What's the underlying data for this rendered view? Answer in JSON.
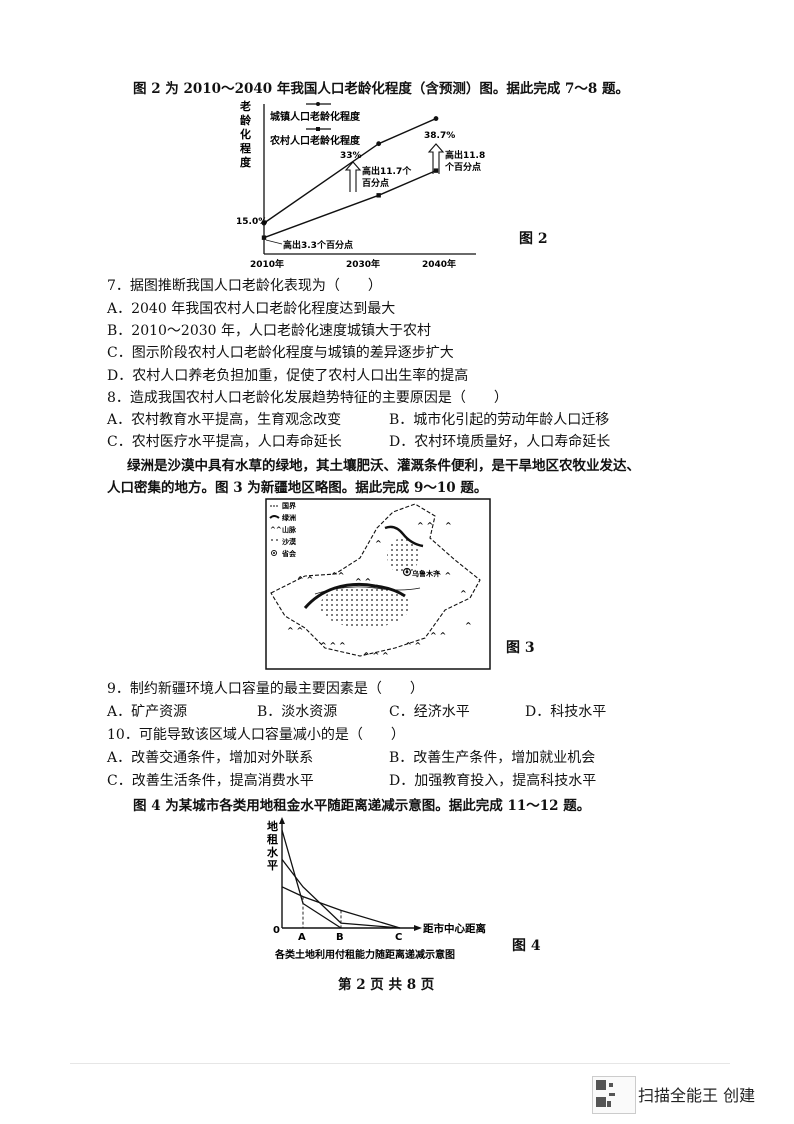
{
  "intro_fig2": "图 2 为 2010～2040 年我国人口老龄化程度（含预测）图。据此完成 7～8 题。",
  "fig2": {
    "y_label_chars": [
      "老",
      "龄",
      "化",
      "程",
      "度"
    ],
    "legend_urban": "城镇人口老龄化程度",
    "legend_rural": "农村人口老龄化程度",
    "label_15": "15.0%",
    "label_33": "33%",
    "label_387": "38.7%",
    "note_2010": "高出3.3个百分点",
    "note_2030_a": "高出11.7个",
    "note_2030_b": "百分点",
    "note_2040_a": "高出11.8",
    "note_2040_b": "个百分点",
    "x_2010": "2010年",
    "x_2030": "2030年",
    "x_2040": "2040年",
    "caption": "图 2"
  },
  "q7": {
    "stem": "7．据图推断我国人口老龄化表现为（　　）",
    "A": "A．2040 年我国农村人口老龄化程度达到最大",
    "B": "B．2010～2030 年，人口老龄化速度城镇大于农村",
    "C": "C．图示阶段农村人口老龄化程度与城镇的差异逐步扩大",
    "D": "D．农村人口养老负担加重，促使了农村人口出生率的提高"
  },
  "q8": {
    "stem": "8．造成我国农村人口老龄化发展趋势特征的主要原因是（　　）",
    "A": "A．农村教育水平提高，生育观念改变",
    "B": "B．城市化引起的劳动年龄人口迁移",
    "C": "C．农村医疗水平提高，人口寿命延长",
    "D": "D．农村环境质量好，人口寿命延长"
  },
  "intro_fig3_a": "绿洲是沙漠中具有水草的绿地，其土壤肥沃、灌溉条件便利，是干旱地区农牧业发达、",
  "intro_fig3_b": "人口密集的地方。图 3 为新疆地区略图。据此完成 9～10 题。",
  "fig3": {
    "legend": [
      "国界",
      "绿洲",
      "山脉",
      "沙漠",
      "省会"
    ],
    "city": "乌鲁木齐",
    "caption": "图 3"
  },
  "q9": {
    "stem": "9．制约新疆环境人口容量的最主要因素是（　　）",
    "A": "A．矿产资源",
    "B": "B．淡水资源",
    "C": "C．经济水平",
    "D": "D．科技水平"
  },
  "q10": {
    "stem": "10．可能导致该区域人口容量减小的是（　　）",
    "A": "A．改善交通条件，增加对外联系",
    "B": "B．改善生产条件，增加就业机会",
    "C": "C．改善生活条件，提高消费水平",
    "D": "D．加强教育投入，提高科技水平"
  },
  "intro_fig4": "图 4 为某城市各类用地租金水平随距离递减示意图。据此完成 11～12 题。",
  "fig4": {
    "y_label_chars": [
      "地",
      "租",
      "水",
      "平"
    ],
    "origin": "0",
    "tick_A": "A",
    "tick_B": "B",
    "tick_C": "C",
    "x_label": "距市中心距离",
    "caption_under": "各类土地利用付租能力随距离递减示意图",
    "caption": "图 4"
  },
  "page_footer": "第 2 页 共 8 页",
  "watermark": "扫描全能王 创建",
  "chart_data": [
    {
      "type": "line",
      "x": [
        2010,
        2030,
        2040
      ],
      "series": [
        {
          "values": [
            15.0,
            33,
            38.7
          ]
        },
        {
          "values": [
            11.7,
            21.3,
            26.9
          ]
        }
      ],
      "ylim": [
        8,
        42
      ]
    },
    {
      "type": "line",
      "x": [
        "0",
        "A",
        "B",
        "C"
      ],
      "series": [
        {
          "values": [
            100,
            25,
            0,
            0
          ]
        },
        {
          "values": [
            70,
            42,
            5,
            0
          ]
        },
        {
          "values": [
            42,
            32,
            18,
            0
          ]
        }
      ],
      "ylim": [
        0,
        100
      ]
    }
  ]
}
